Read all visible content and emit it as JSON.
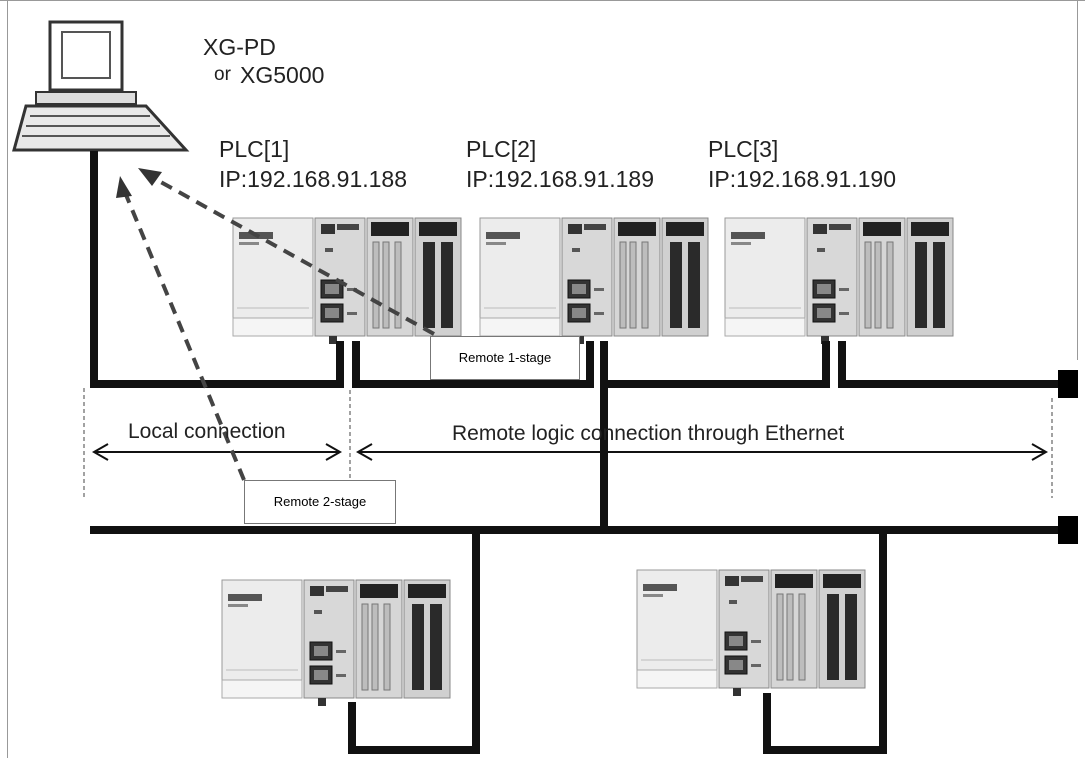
{
  "software": {
    "name": "XG-PD",
    "or_word": "or",
    "alt_name": "XG5000"
  },
  "plcs": [
    {
      "name": "PLC[1]",
      "ip": "IP:192.168.91.188"
    },
    {
      "name": "PLC[2]",
      "ip": "IP:192.168.91.189"
    },
    {
      "name": "PLC[3]",
      "ip": "IP:192.168.91.190"
    }
  ],
  "callouts": {
    "remote1": "Remote 1-stage",
    "remote2": "Remote 2-stage"
  },
  "ranges": {
    "local": "Local connection",
    "remote": "Remote logic  connection through Ethernet"
  },
  "colors": {
    "network_line": "#111111",
    "dashed_arrow": "#444444",
    "plc_body": "#e4e4e4"
  }
}
